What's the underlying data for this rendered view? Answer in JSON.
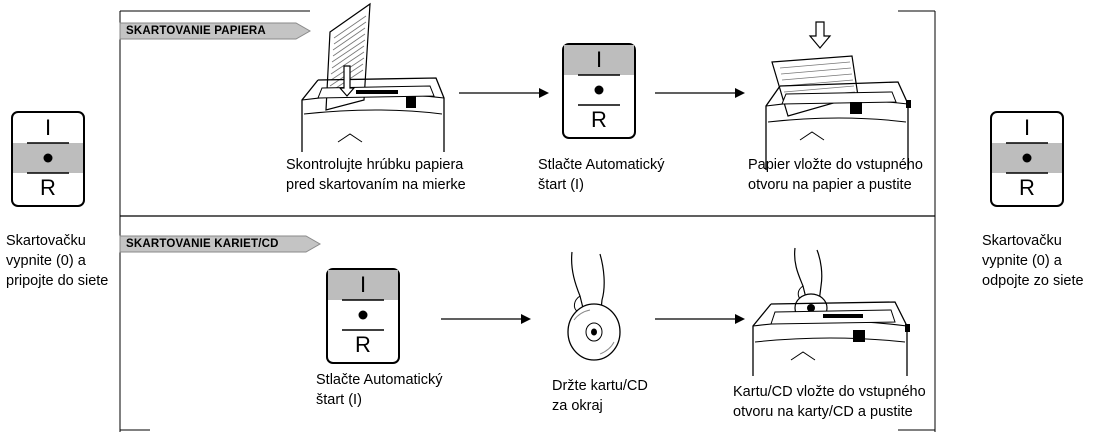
{
  "left_side": {
    "switch": {
      "top": "I",
      "bottom": "R"
    },
    "caption": [
      "Skartovačku",
      "vypnite (0) a",
      "pripojte do siete"
    ]
  },
  "right_side": {
    "switch": {
      "top": "I",
      "bottom": "R"
    },
    "caption": [
      "Skartovačku",
      "vypnite (0) a",
      "odpojte zo siete"
    ]
  },
  "section_paper": {
    "title": "SKARTOVANIE PAPIERA",
    "switch": {
      "top": "I",
      "bottom": "R"
    },
    "steps": [
      {
        "caption": [
          "Skontrolujte hrúbku papiera",
          "pred skartovaním na mierke"
        ],
        "icon": "shredder-paper-gauge"
      },
      {
        "caption": [
          "Stlačte Automatický",
          "štart (I)"
        ],
        "icon": "switch-icon"
      },
      {
        "caption": [
          "Papier vložte do vstupného",
          "otvoru na papier a pustite"
        ],
        "icon": "shredder-paper-insert"
      }
    ]
  },
  "section_card": {
    "title": "SKARTOVANIE KARIET/CD",
    "switch": {
      "top": "I",
      "bottom": "R"
    },
    "steps": [
      {
        "caption": [
          "Stlačte Automatický",
          "štart (I)"
        ],
        "icon": "switch-icon"
      },
      {
        "caption": [
          "Držte kartu/CD",
          "za okraj"
        ],
        "icon": "hand-holding-cd"
      },
      {
        "caption": [
          "Kartu/CD vložte do vstupného",
          "otvoru na karty/CD a pustite"
        ],
        "icon": "shredder-cd-insert"
      }
    ]
  },
  "colors": {
    "switch_band": "#bdbdbd",
    "banner_fill": "#c4c4c4"
  }
}
